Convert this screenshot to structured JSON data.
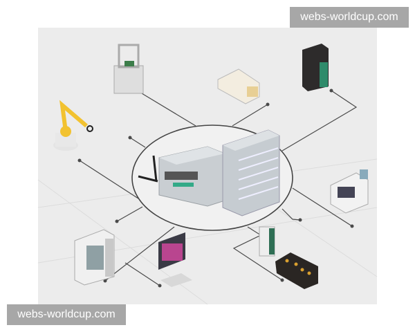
{
  "watermarks": {
    "top_right": "webs-worldcup.com",
    "bottom_left": "webs-worldcup.com"
  },
  "colors": {
    "background": "#ececec",
    "line": "#4a4a4a",
    "robot": "#f2c230",
    "watermark": "#a7a7a7"
  },
  "devices": [
    "pick-and-place-machine",
    "gripper-module",
    "server-cabinet",
    "robot-arm",
    "smt-machine",
    "cnc-machine",
    "hmi-terminal",
    "io-module",
    "conveyor-module",
    "edge-gateway",
    "io-chassis"
  ]
}
